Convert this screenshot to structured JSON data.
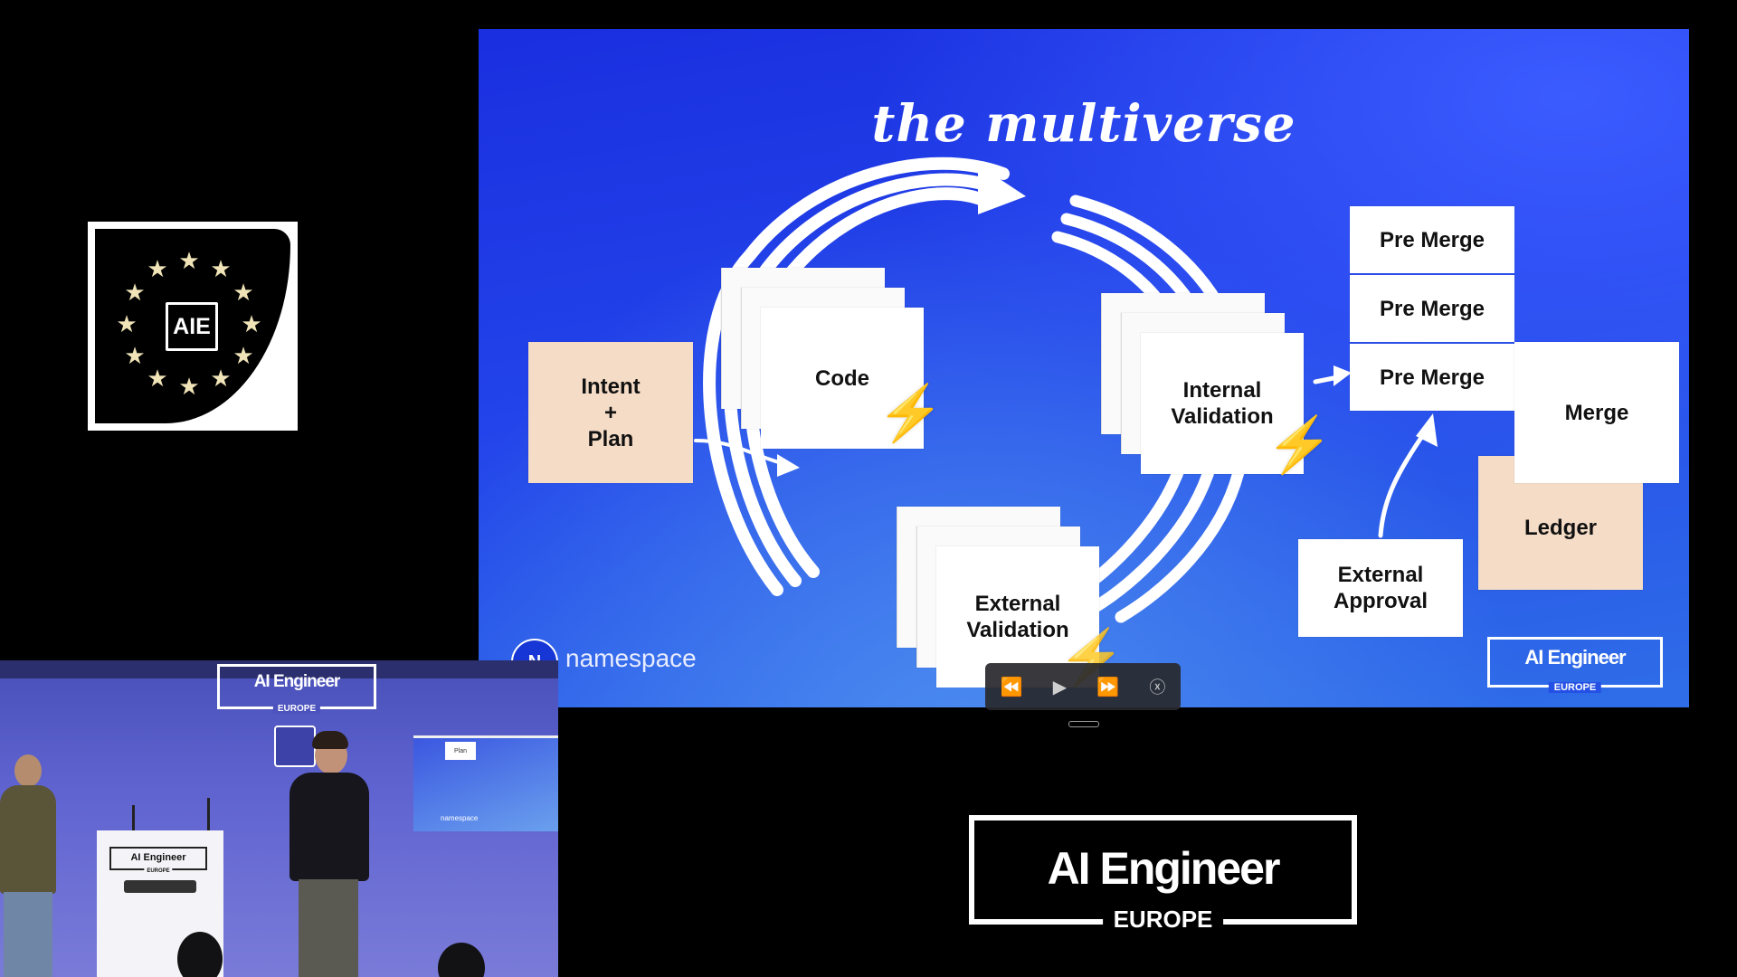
{
  "logo": {
    "label": "AIE",
    "stars": [
      "★",
      "★",
      "★",
      "★",
      "★",
      "★",
      "★",
      "★",
      "★",
      "★",
      "★",
      "★"
    ]
  },
  "slide": {
    "title": "the multiverse",
    "cards": {
      "intent_line1": "Intent",
      "intent_line2": "+",
      "intent_line3": "Plan",
      "code": "Code",
      "internal_line1": "Internal",
      "internal_line2": "Validation",
      "external_line1": "External",
      "external_line2": "Validation",
      "pre_merge_1": "Pre Merge",
      "pre_merge_2": "Pre Merge",
      "pre_merge_3": "Pre Merge",
      "merge": "Merge",
      "ledger": "Ledger",
      "approval_line1": "External",
      "approval_line2": "Approval"
    },
    "brand": {
      "logo_letter": "N",
      "name": "namespace"
    },
    "badge": {
      "line1": "AI Engineer",
      "line2": "EUROPE"
    },
    "colors": {
      "bg_blue": "#2344ea",
      "peach": "#f4dcc6",
      "bolt": "#f7c21e"
    }
  },
  "media_controls": {
    "rewind": "rewind-icon",
    "play": "play-icon",
    "forward": "fast-forward-icon",
    "close": "close-icon"
  },
  "main_logo": {
    "line1": "AI Engineer",
    "line2": "EUROPE"
  },
  "stage": {
    "banner_line1": "AI Engineer",
    "banner_line2": "EUROPE",
    "podium_line1": "AI Engineer",
    "podium_line2": "EUROPE",
    "screen_card": "Plan",
    "screen_brand": "namespace"
  }
}
